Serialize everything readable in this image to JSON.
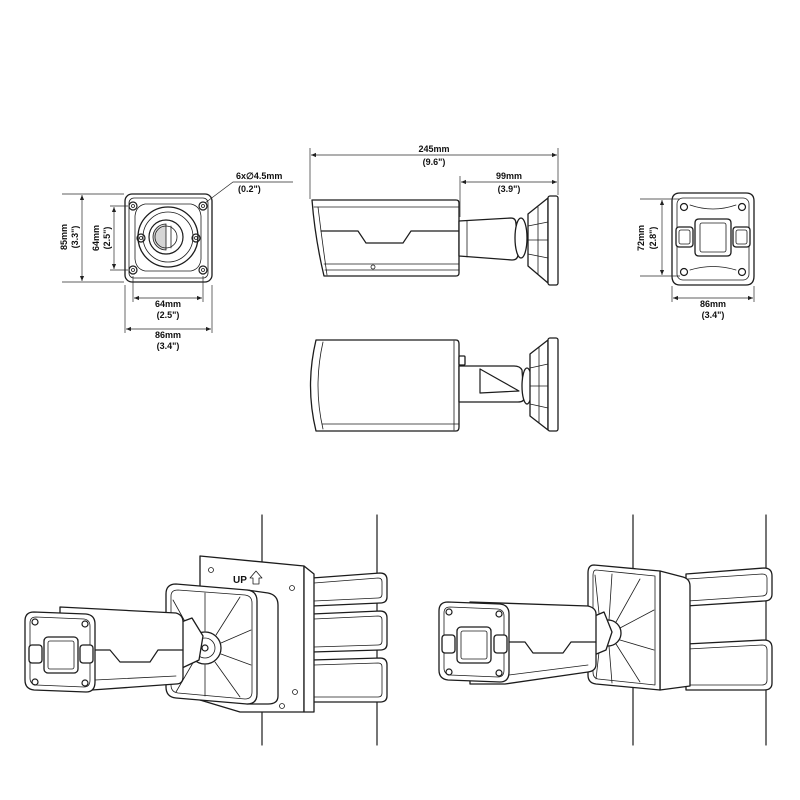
{
  "dimensions": {
    "holes": {
      "metric": "6x∅4.5mm",
      "imperial": "(0.2\")"
    },
    "base_height": {
      "metric": "85mm",
      "imperial": "(3.3\")"
    },
    "hole_spacing_vertical": {
      "metric": "64mm",
      "imperial": "(2.5\")"
    },
    "hole_spacing_horizontal": {
      "metric": "64mm",
      "imperial": "(2.5\")"
    },
    "base_width": {
      "metric": "86mm",
      "imperial": "(3.4\")"
    },
    "overall_length": {
      "metric": "245mm",
      "imperial": "(9.6\")"
    },
    "bracket_length": {
      "metric": "99mm",
      "imperial": "(3.9\")"
    },
    "front_height": {
      "metric": "72mm",
      "imperial": "(2.8\")"
    },
    "front_width": {
      "metric": "86mm",
      "imperial": "(3.4\")"
    }
  },
  "installation": {
    "up_label": "UP"
  },
  "icons": {
    "up": "up-arrow-icon"
  },
  "colors": {
    "line": "#1c1c1c",
    "background": "#ffffff"
  }
}
